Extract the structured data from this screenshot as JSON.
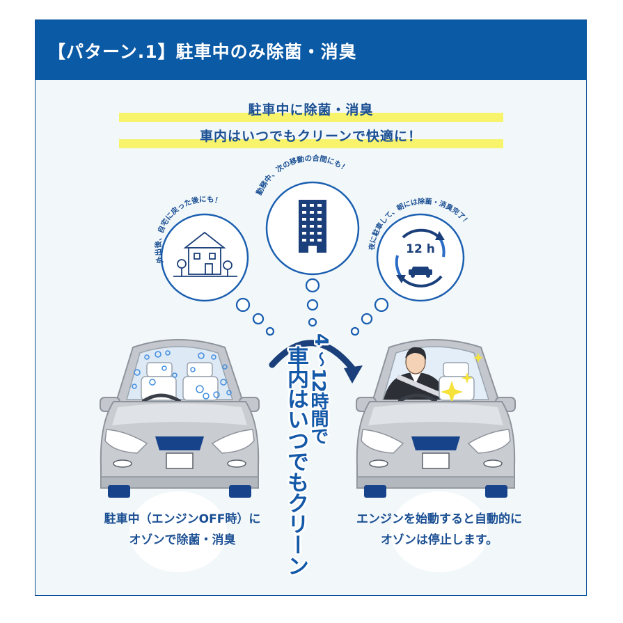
{
  "header": {
    "title": "【パターン.1】駐車中のみ除菌・消臭"
  },
  "banner": {
    "line1": "駐車中に除菌・消臭",
    "line2": "車内はいつでもクリーンで快適に！"
  },
  "bubbles": {
    "home": "外出後、自宅に戻った後にも！",
    "office": "勤務中、次の移動の合間にも！",
    "overnight": "夜に駐車して、朝には除菌・消臭完了！",
    "clock_label": "12 h"
  },
  "middle": {
    "hours_a": "4",
    "hours_b": "〜",
    "hours_c": "12時間で",
    "clean_text": "車内はいつでもクリーン"
  },
  "captions": {
    "left_line1": "駐車中（エンジンOFF時）に",
    "left_line2": "オゾンで除菌・消臭",
    "right_line1": "エンジンを始動すると自動的に",
    "right_line2": "オゾンは停止します。"
  },
  "colors": {
    "header_bg": "#0b5aa6",
    "accent_blue": "#1b4f93",
    "highlight_yellow": "#f7f36a",
    "panel_bg": "#f2f8fa",
    "car_body": "#c9ccd1"
  }
}
